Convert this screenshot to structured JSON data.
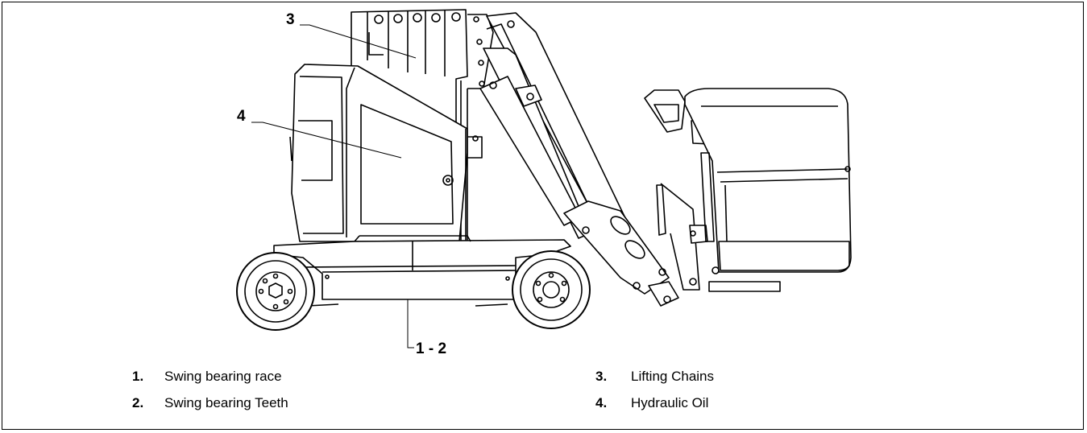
{
  "callouts": {
    "c3": "3",
    "c4": "4",
    "c12": "1 - 2"
  },
  "legend": [
    {
      "num": "1.",
      "text": "Swing bearing race"
    },
    {
      "num": "2.",
      "text": "Swing bearing Teeth"
    },
    {
      "num": "3.",
      "text": "Lifting Chains"
    },
    {
      "num": "4.",
      "text": "Hydraulic Oil"
    }
  ],
  "colors": {
    "line": "#000000",
    "background": "#ffffff"
  }
}
